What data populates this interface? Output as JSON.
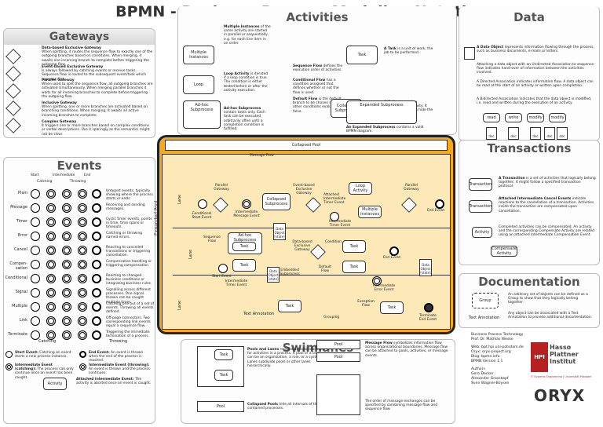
{
  "title": "BPMN - Business Process Modeling Notation",
  "gateways": {
    "header": "Gateways",
    "items": [
      {
        "title": "Data-based Exclusive Gateway",
        "text": "When splitting, it routes the sequence flow to exactly one of the outgoing branches based on conditions. When merging, it awaits one incoming branch to complete before triggering the outgoing flow."
      },
      {
        "title": "Event-based Exclusive Gateway",
        "text": "Is always followed by catching events or receive tasks. Sequence flow is routed to the subsequent event/task which happens first."
      },
      {
        "title": "Parallel Gateway",
        "text": "When used to split the sequence flow, all outgoing branches are activated simultaneously. When merging parallel branches it waits for all incoming branches to complete before triggering the outgoing flow."
      },
      {
        "title": "Inclusive Gateway",
        "text": "When splitting, one or more branches are activated based on branching conditions. When merging, it awaits all active incoming branches to complete."
      },
      {
        "title": "Complex Gateway",
        "text": "It triggers one or more branches based on complex conditions or verbal descriptions. Use it sparingly as the semantics might not be clear."
      }
    ]
  },
  "activities": {
    "header": "Activities",
    "multiple_instances": "Multiple Instances",
    "loop": "Loop",
    "adhoc": "Ad-hoc Subprocess",
    "mi_text_title": "Multiple Instances",
    "mi_text": "of the same activity are started in parallel or sequentially, e.g. for each line item in an order.",
    "loop_title": "Loop Activity",
    "loop_text": "is iterated if a loop condition is true. The condition is either tested before or after the activity execution.",
    "adhoc_title": "Ad-hoc Subprocess",
    "adhoc_text": "contain tasks only. Each task can be executed arbitrarily often until a completion condition is fulfilled.",
    "seqflow_title": "Sequence Flow",
    "seqflow_text": "defines the execution order of activities.",
    "cond_title": "Conditional Flow",
    "cond_text": "has a condition assigned that defines whether or not the flow is used.",
    "default_title": "Default Flow",
    "default_text": "is the default branch to be chosen if all other conditions evaluate to false.",
    "task": "Task",
    "task_text_title": "A Task",
    "task_text": "is a unit of work, the job to be performed.",
    "collapsed": "Collapsed Subprocess",
    "sub_title": "A Subprocess",
    "sub_text": "is a decomposable activity. It can be collapsed to hide the details.",
    "expanded": "Expanded Subprocess",
    "exp_title": "An Expanded Subprocess",
    "exp_text": "contains a valid BPMN diagram."
  },
  "data": {
    "header": "Data",
    "obj_title": "A Data Object",
    "obj_text": "represents information flowing through the process, such as business documents, e-mails or letters.",
    "undir_title": "Undirected Association",
    "undir_text": "Attaching a data object with an Undirected Association to sequence flow indicates hand-over of information between the activities involved.",
    "dir_title": "Directed Association",
    "dir_text": "A Directed Association indicates information flow. A data object can be read at the start of an activity or written upon completion.",
    "bidir_title": "Bidirected Association",
    "bidir_text": "A Bidirected Association indicates that the data object is modified, i.e. read and written during the execution of an activity.",
    "labels": [
      "read",
      "write",
      "modify",
      "modify"
    ],
    "doc": "doc"
  },
  "events": {
    "header": "Events",
    "col_start": "Start",
    "col_inter": "Intermediate",
    "col_end": "End",
    "col_catching": "Catching",
    "col_throwing": "Throwing",
    "rows": [
      {
        "name": "Plain",
        "desc": "Untyped events, typically showing where the process starts or ends."
      },
      {
        "name": "Message",
        "desc": "Receiving and sending messages."
      },
      {
        "name": "Timer",
        "desc": "Cyclic timer events, points in time, time spans or timeouts."
      },
      {
        "name": "Error",
        "desc": "Catching or throwing named errors."
      },
      {
        "name": "Cancel",
        "desc": "Reacting to cancelled transactions or triggering cancellation."
      },
      {
        "name": "Compen-sation",
        "desc": "Compensation handling or triggering compensation."
      },
      {
        "name": "Conditional",
        "desc": "Reacting to changed business conditions or integrating business rules."
      },
      {
        "name": "Signal",
        "desc": "Signalling across different processes. One signal thrown can be caught multiple times."
      },
      {
        "name": "Multiple",
        "desc": "Catching one out of a set of events. Throwing all events defined."
      },
      {
        "name": "Link",
        "desc": "Off-page connectors. Two corresponding link events equal a sequence flow."
      },
      {
        "name": "Terminate",
        "desc": "Triggering the immediate termination of a process."
      }
    ],
    "catching": "Catching",
    "throwing": "Throwing",
    "start_title": "Start Event:",
    "start_text": "Catching an event starts a new process instance.",
    "inter_catch_title": "Intermediate Event (catching):",
    "inter_catch_text": "The process can only continue once an event has been caught.",
    "end_title": "End Event:",
    "end_text": "An event is thrown when the end of the process is reached.",
    "inter_throw_title": "Intermediate Event (throwing):",
    "inter_throw_text": "An event is thrown and the process continues.",
    "activity": "Activity",
    "attached_title": "Attached Intermediate Event:",
    "attached_text": "The activity is aborted once an event is caught."
  },
  "pool": {
    "collapsed_pool": "Collapsed Pool",
    "message_flow": "Message Flow",
    "expanded_pool": "Expanded Pool",
    "lane": "Lane",
    "parallel_gw": "Parallel Gateway",
    "conditional_start": "Conditional Start Event",
    "inter_msg": "Intermediate Message Event",
    "collapsed_sub": "Collapsed Subprocess",
    "event_based": "Event-based Exclusive Gateway",
    "attached_timer": "Attached Intermediate Timer Event",
    "loop_activity": "Loop Activity",
    "multiple_instances": "Multiple Instances",
    "parallel_gw2": "Parallel Gateway",
    "end_event": "End Event",
    "inter_timer": "Intermediate Timer Event",
    "seq_flow": "Sequence Flow",
    "adhoc_sub": "Ad-hoc Subprocess",
    "task": "Task",
    "data_obj": "Data Object [state]",
    "data_based": "Data-based Exclusive Gateway",
    "condition": "Condition",
    "default_flow": "Default Flow",
    "end_event2": "End Event",
    "embedded_sub": "Embedded Subprocess",
    "data_obj2": "Data Object [state]",
    "start_event": "Start Event",
    "interm_timer2": "Intermediate Timer Event",
    "inter_error": "Intermediate Error Event",
    "text_annotation": "Text Annotation",
    "grouping": "Grouping",
    "exception_flow": "Exception Flow",
    "terminate_end": "Terminate End Event"
  },
  "transactions": {
    "header": "Transactions",
    "transaction": "Transaction",
    "t1_title": "A Transaction",
    "t1_text": "is a set of activities that logically belong together; it might follow a specified transaction protocol.",
    "t2_title": "Attached Intermediate Cancel Events",
    "t2_text": "indicate reactions to the cancellation of a transaction. Activities inside the transaction are compensated upon cancellation.",
    "activity": "Activity",
    "t3_title": "Compensation Association",
    "t3_text": "Completed activities can be compensated. An activity and the corresponding Compensate Activity are related using an attached Intermediate Compensation Event.",
    "compensate": "Compensate Activity"
  },
  "documentation": {
    "header": "Documentation",
    "group": "Group",
    "d1_title": "Group",
    "d1_text": "An arbitrary set of objects can be defined as a Group to show that they logically belong together.",
    "annotation": "Text Annotation",
    "d2_title": "Text Annotation",
    "d2_text": "Any object can be associated with a Text Annotation to provide additional documentation."
  },
  "swimlanes": {
    "header": "Swimlanes",
    "lane": "Lane",
    "task": "Task",
    "pool": "Pool",
    "p1_title": "Pools and Lanes",
    "p1_text": "represent responsibilities for activities in a process. A pool or a lane can be an organization, a role, or a system. Lanes subdivide pools or other lanes hierarchically.",
    "p2_title": "Collapsed Pools",
    "p2_text": "hide all internals of the contained processes.",
    "mf_title": "Message Flow",
    "mf_text": "symbolizes information flow across organizational boundaries. Message flow can be attached to pools, activities, or message events.",
    "order_text": "The order of message exchanges can be specified by combining message flow and sequence flow."
  },
  "credits": {
    "line1": "Business Process Technology",
    "line2": "Prof. Dr. Mathias Weske",
    "line3": "Web: bpt.hpi.uni-potsdam.de",
    "line4": "Oryx: oryx-project.org",
    "line5": "Blog: bpmn.info",
    "line6": "BPMN Version 1.1",
    "authors": "Authors",
    "a1": "Gero Decker",
    "a2": "Alexander Grosskopf",
    "a3": "Sven Wagner-Boysen",
    "hpi1": "Hasso",
    "hpi2": "Plattner",
    "hpi3": "Institut",
    "hpi_tag": "IT Systems Engineering | Universität Potsdam",
    "hpi_logo": "HPI",
    "oryx": "ORYX"
  }
}
